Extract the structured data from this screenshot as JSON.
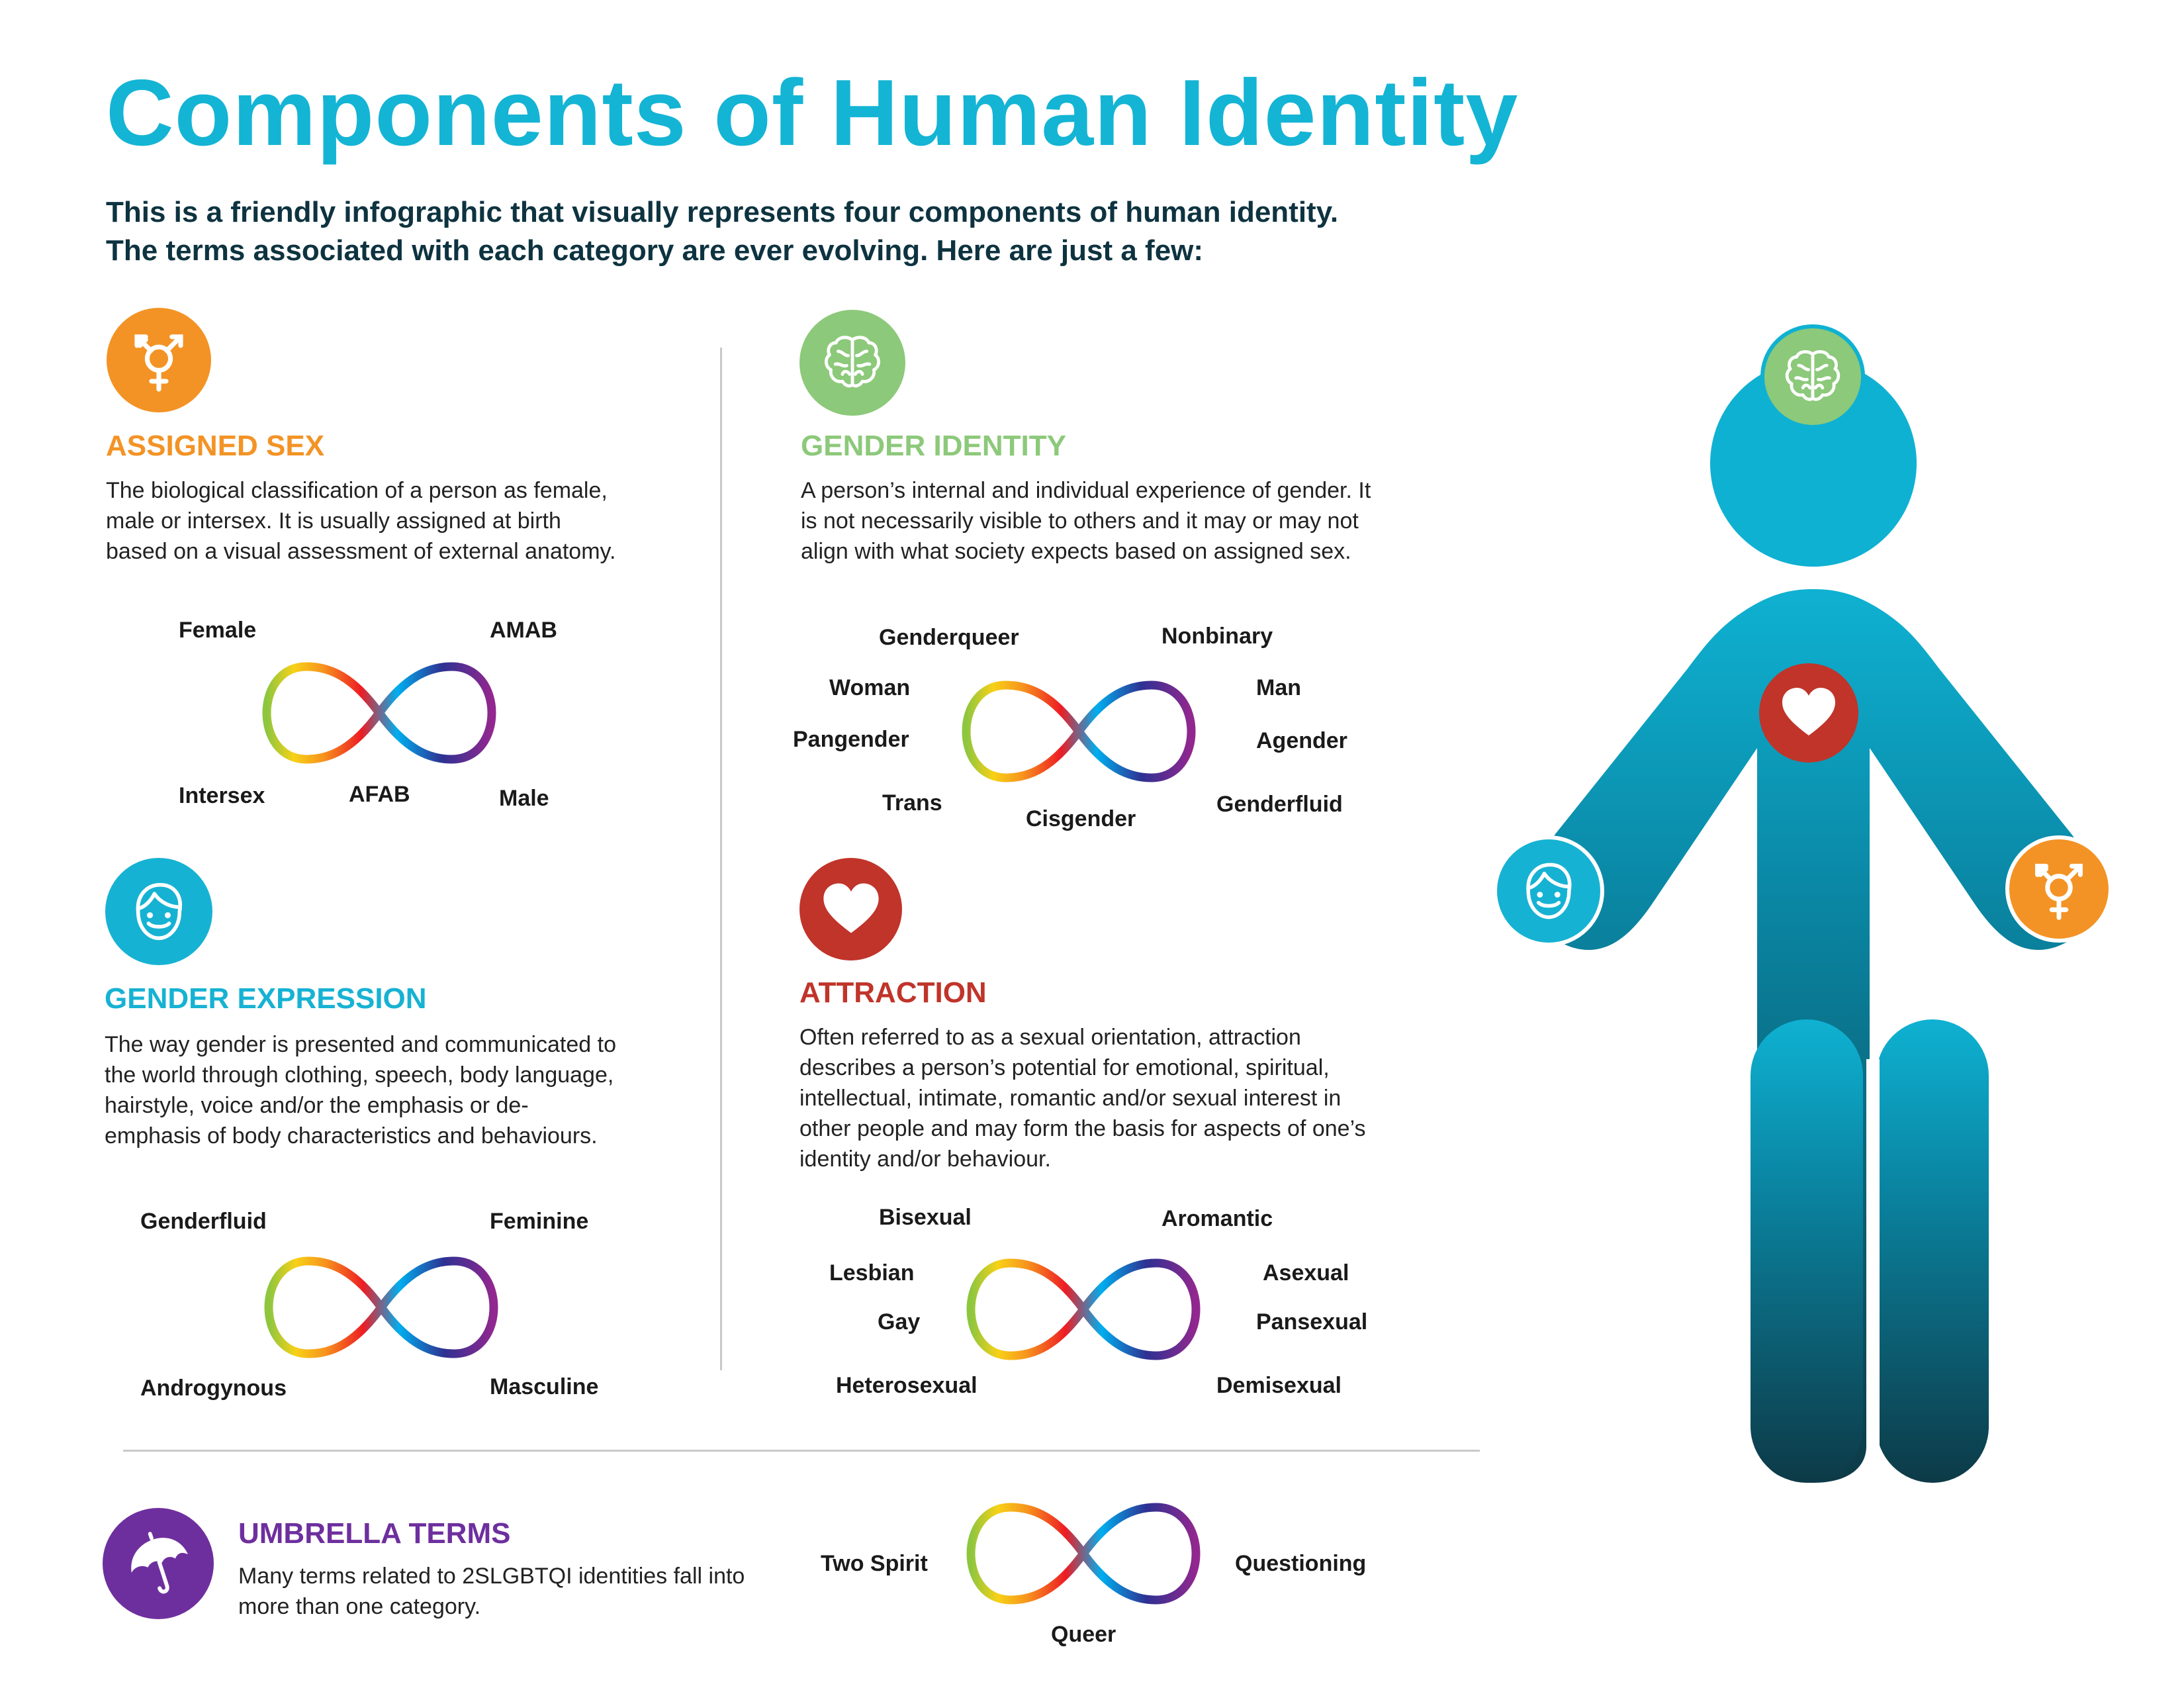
{
  "title": "Components of Human Identity",
  "subtitle": {
    "line1": "This is a friendly infographic that visually represents four components of human identity.",
    "line2": "The terms associated with each category are ever evolving. Here are just a few:"
  },
  "colors": {
    "title": "#14b4d4",
    "assigned_sex": "#f39325",
    "gender_identity": "#8cc97a",
    "gender_expression": "#16b2d3",
    "attraction": "#c0342a",
    "umbrella": "#6e2f9e",
    "figure_top": "#0fb1d2",
    "figure_bottom": "#0d3a47"
  },
  "sections": {
    "assigned_sex": {
      "icon": "transgender-symbol-icon",
      "heading": "ASSIGNED SEX",
      "desc_lines": [
        "The biological classification of a person as female,",
        "male or intersex. It is usually assigned at birth",
        "based on a visual assessment of external anatomy."
      ],
      "terms": [
        "Female",
        "AMAB",
        "Intersex",
        "AFAB",
        "Male"
      ]
    },
    "gender_identity": {
      "icon": "brain-icon",
      "heading": "GENDER IDENTITY",
      "desc_lines": [
        "A person’s internal and individual experience of gender. It",
        "is not necessarily visible to others and it may or may not",
        "align with what society expects based on assigned sex."
      ],
      "terms": [
        "Genderqueer",
        "Nonbinary",
        "Woman",
        "Man",
        "Pangender",
        "Agender",
        "Trans",
        "Cisgender",
        "Genderfluid"
      ]
    },
    "gender_expression": {
      "icon": "face-icon",
      "heading": "GENDER EXPRESSION",
      "desc_lines": [
        "The way gender is presented and communicated to",
        "the world through clothing, speech, body language,",
        "hairstyle, voice and/or the emphasis or de-",
        "emphasis of body characteristics and behaviours."
      ],
      "terms": [
        "Genderfluid",
        "Feminine",
        "Androgynous",
        "Masculine"
      ]
    },
    "attraction": {
      "icon": "heart-icon",
      "heading": "ATTRACTION",
      "desc_lines": [
        "Often referred to as a sexual orientation, attraction",
        "describes a person’s potential for emotional, spiritual,",
        "intellectual, intimate, romantic and/or sexual interest in",
        "other people and may form the basis for aspects of one’s",
        "identity and/or behaviour."
      ],
      "terms": [
        "Bisexual",
        "Aromantic",
        "Lesbian",
        "Asexual",
        "Gay",
        "Pansexual",
        "Heterosexual",
        "Demisexual"
      ]
    },
    "umbrella": {
      "icon": "umbrella-icon",
      "heading": "UMBRELLA TERMS",
      "desc_lines": [
        "Many terms related to 2SLGBTQI identities fall into",
        "more than one category."
      ],
      "terms": [
        "Two Spirit",
        "Questioning",
        "Queer"
      ]
    }
  },
  "figure": {
    "head_icon": "brain-icon",
    "chest_icon": "heart-icon",
    "left_hand_icon": "face-icon",
    "right_hand_icon": "transgender-symbol-icon"
  }
}
